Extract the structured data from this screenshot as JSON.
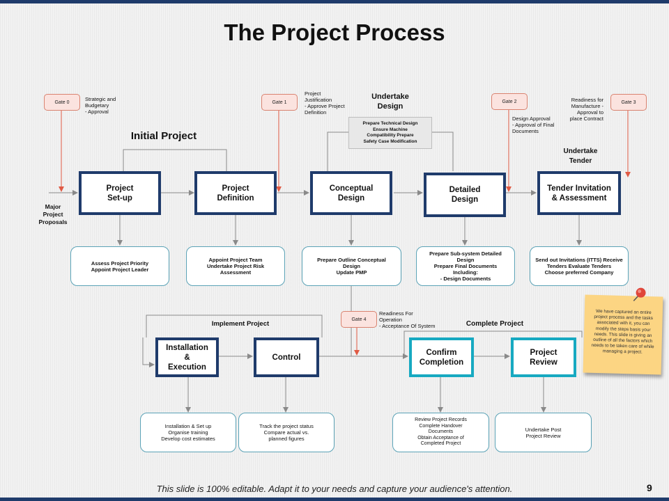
{
  "title": "The Project Process",
  "gates": [
    {
      "label": "Gate 0",
      "note": "Strategic and\nBudgetary\n- Approval"
    },
    {
      "label": "Gate 1",
      "note": "Project\nJustification\n- Approve Project\nDefinition"
    },
    {
      "label": "Gate 2",
      "note": "Design Approval\n- Approval of Final\nDocuments"
    },
    {
      "label": "Gate 3",
      "note": "Readiness for\nManufacture  -\nApproval to\nplace Contract"
    },
    {
      "label": "Gate 4",
      "note": "Readiness For\nOperation\n- Acceptance  Of System"
    }
  ],
  "headings": {
    "initial_project": "Initial Project",
    "undertake_design": "Undertake\nDesign",
    "undertake_tender": "Undertake\nTender",
    "implement_project": "Implement Project",
    "complete_project": "Complete Project",
    "major_proposals": "Major\nProject\nProposals"
  },
  "design_box": "Prepare Technical Design\nEnsure Machine\nCompatibility    Prepare\nSafety Case Modification",
  "processes": [
    {
      "label": "Project\nSet-up",
      "desc": "Assess  Project Priority\nAppoint Project Leader"
    },
    {
      "label": "Project\nDefinition",
      "desc": "Appoint Project Team\nUndertake Project Risk\nAssessment"
    },
    {
      "label": "Conceptual\nDesign",
      "desc": "Prepare  Outline Conceptual\nDesign\nUpdate PMP"
    },
    {
      "label": "Detailed\nDesign",
      "desc": "Prepare Sub-system Detailed Design\nPrepare Final Documents Including:\n- Design Documents"
    },
    {
      "label": "Tender Invitation\n& Assessment",
      "desc": "Send out Invitations (ITTS)  Receive\nTenders           Evaluate Tenders\nChoose preferred Company"
    },
    {
      "label": "Installation\n&\nExecution",
      "desc": "Installation  & Set up\nOrganise training\nDevelop cost estimates"
    },
    {
      "label": "Control",
      "desc": "Track the project  status\nCompare actual  vs.\nplanned  figures"
    },
    {
      "label": "Confirm\nCompletion",
      "desc": "Review Project Records\nComplete Handover\nDocuments\nObtain Acceptance of\nCompleted Project"
    },
    {
      "label": "Project\nReview",
      "desc": "Undertake Post\nProject Review"
    }
  ],
  "sticky_note": "We have captured an entire project process and the tasks associated with it, you can modify the steps basis your needs. This slide is giving an outline of all the factors which needs to be taken care of while managing a project.",
  "footer": "This slide is 100% editable. Adapt it to your needs and capture your audience's  attention.",
  "page_number": "9",
  "colors": {
    "navy": "#1f3b6b",
    "teal": "#17a9c1",
    "arrow_red": "#e05a44",
    "gate_fill": "#fbe3df"
  }
}
